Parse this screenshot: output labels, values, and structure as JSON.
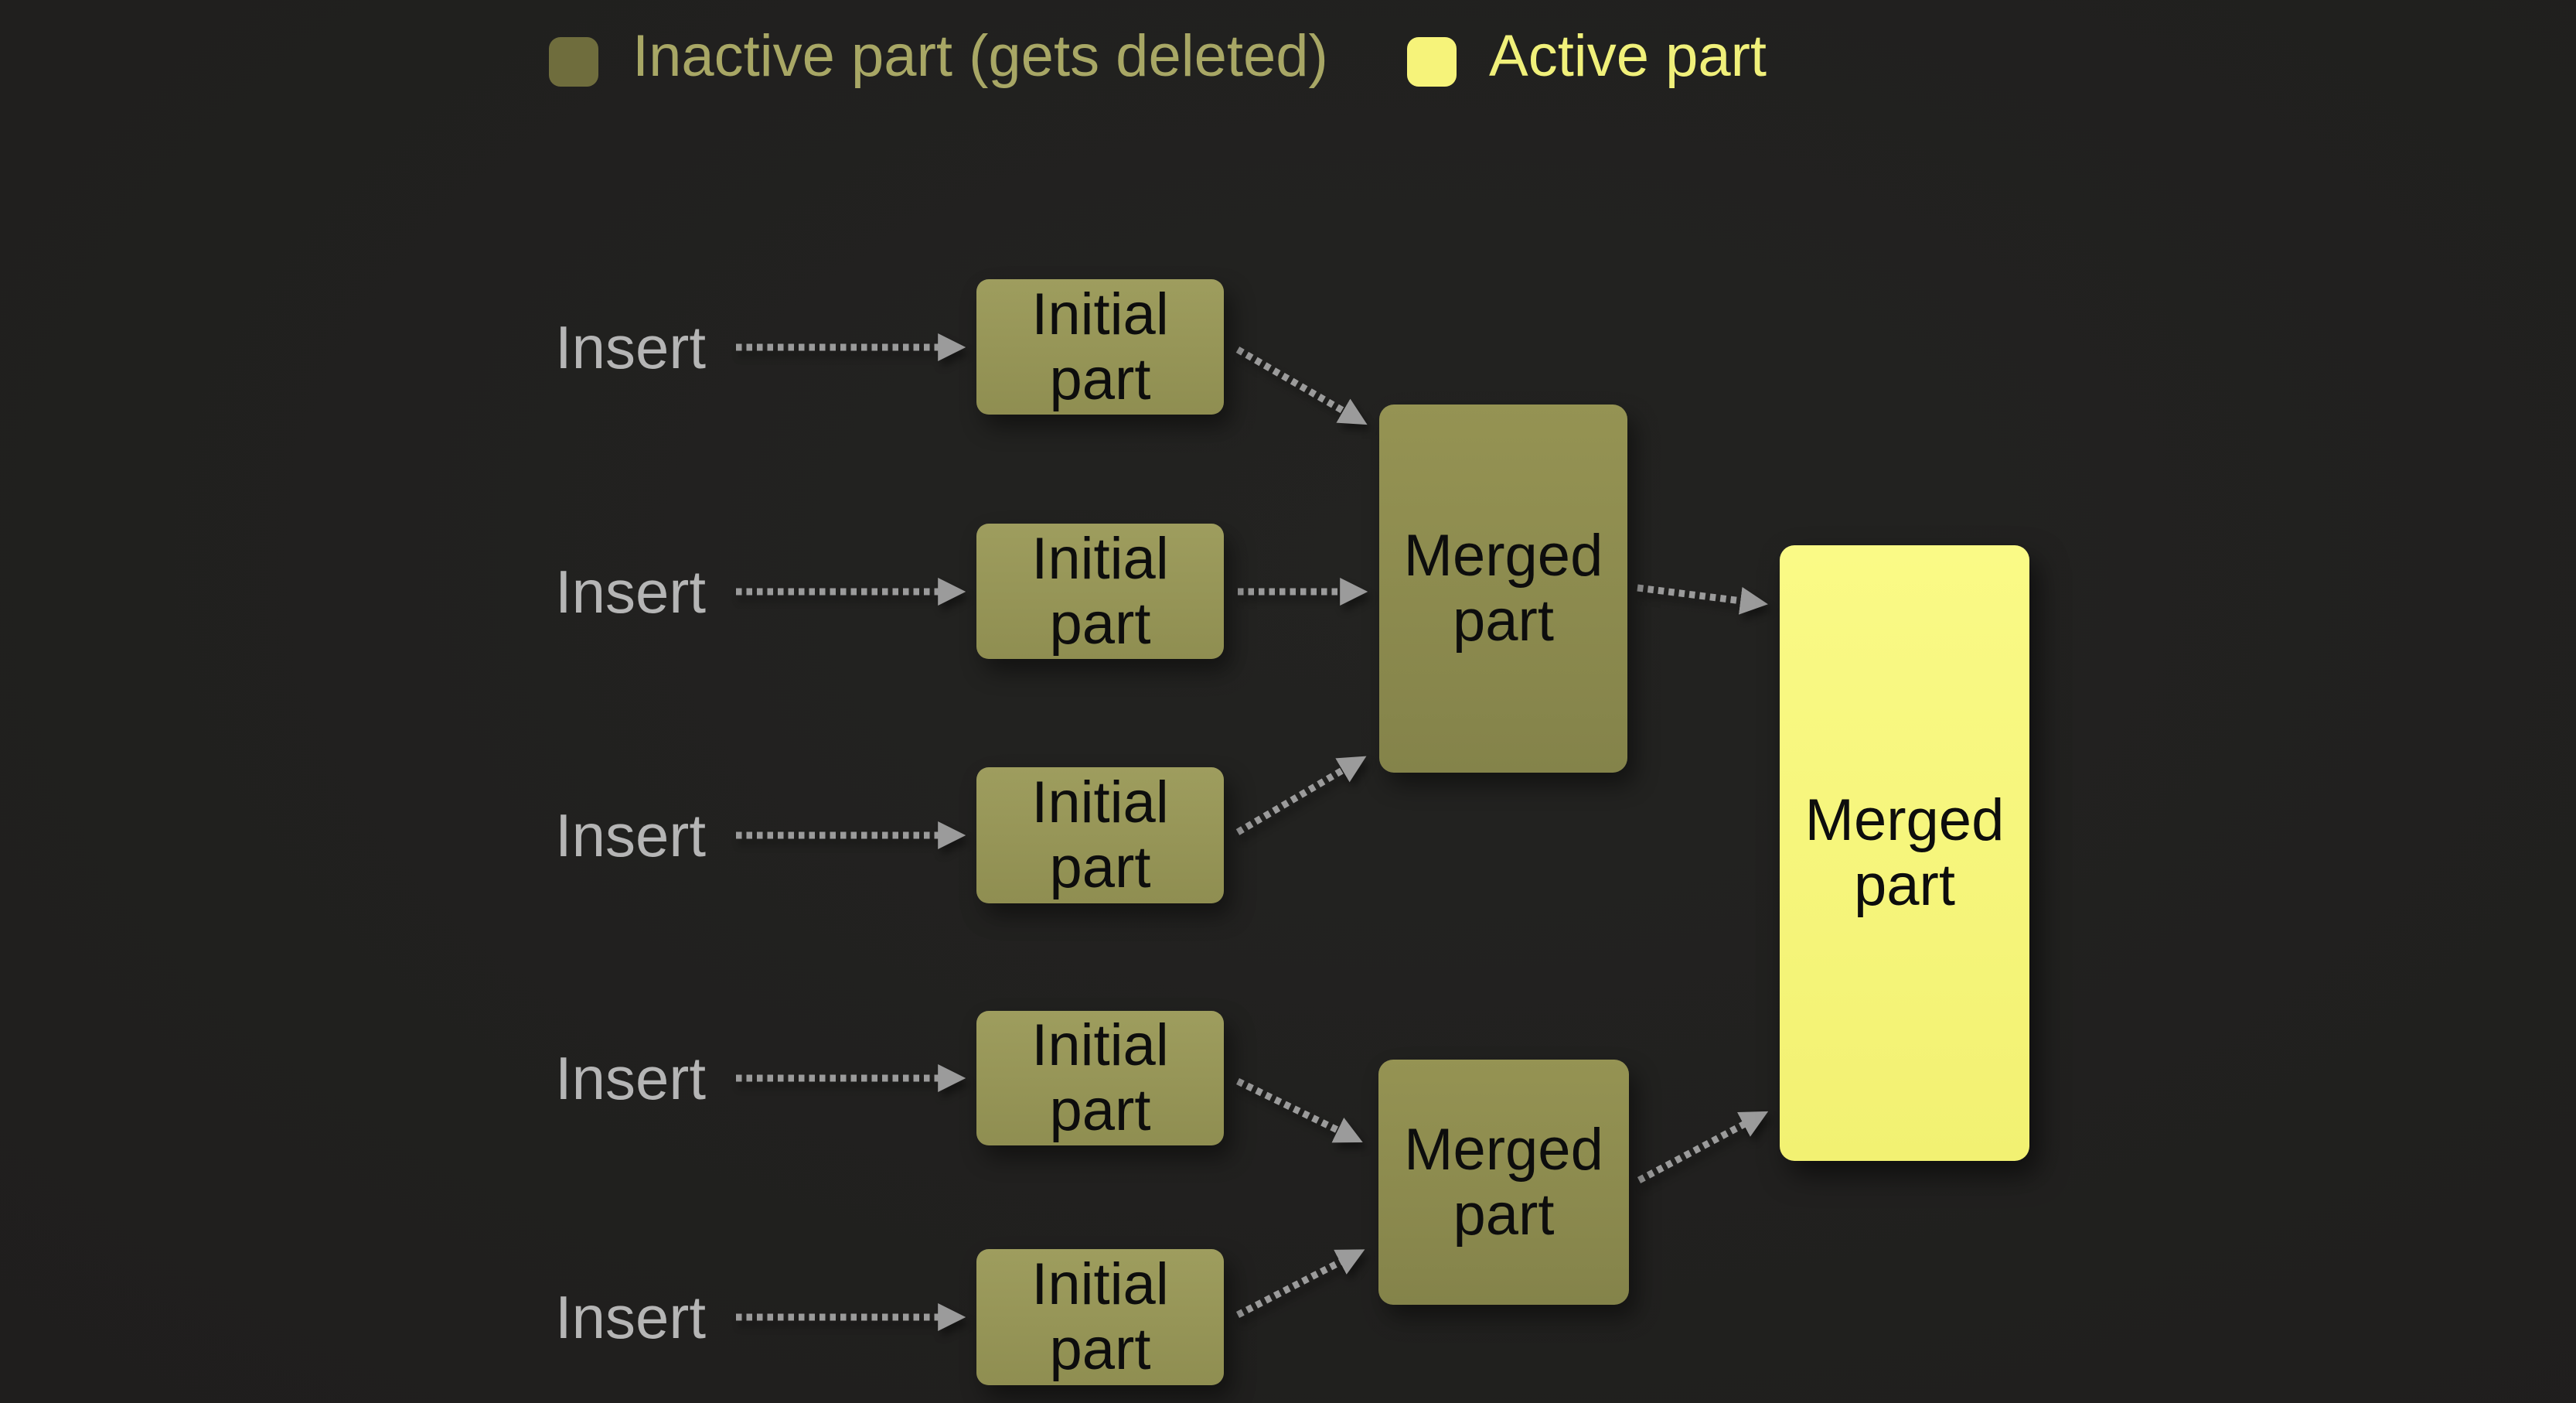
{
  "legend": {
    "items": [
      {
        "id": "inactive",
        "label": "Inactive part (gets deleted)",
        "swatch_color": "#6f6d3d",
        "text_color": "#a8a765"
      },
      {
        "id": "active",
        "label": "Active part",
        "swatch_color": "#f6f37a",
        "text_color": "#f0f07a"
      }
    ]
  },
  "diagram": {
    "insert_labels": [
      "Insert",
      "Insert",
      "Insert",
      "Insert",
      "Insert"
    ],
    "initial_parts": [
      {
        "label": "Initial part",
        "state": "inactive"
      },
      {
        "label": "Initial part",
        "state": "inactive"
      },
      {
        "label": "Initial part",
        "state": "inactive"
      },
      {
        "label": "Initial part",
        "state": "inactive"
      },
      {
        "label": "Initial part",
        "state": "inactive"
      }
    ],
    "merged_parts": [
      {
        "label": "Merged part",
        "state": "inactive",
        "merges": "rows 1-3"
      },
      {
        "label": "Merged part",
        "state": "inactive",
        "merges": "rows 4-5"
      }
    ],
    "final_part": {
      "label": "Merged part",
      "state": "active"
    }
  },
  "colors": {
    "background": "#201f1e",
    "inactive_box": "#96944f",
    "active_box": "#f8f87e",
    "legend_inactive_swatch": "#6f6d3d",
    "legend_active_swatch": "#f6f37a",
    "insert_text": "#b5b5b5",
    "arrow": "#9b9b9b",
    "box_text": "#0d0d0d"
  }
}
